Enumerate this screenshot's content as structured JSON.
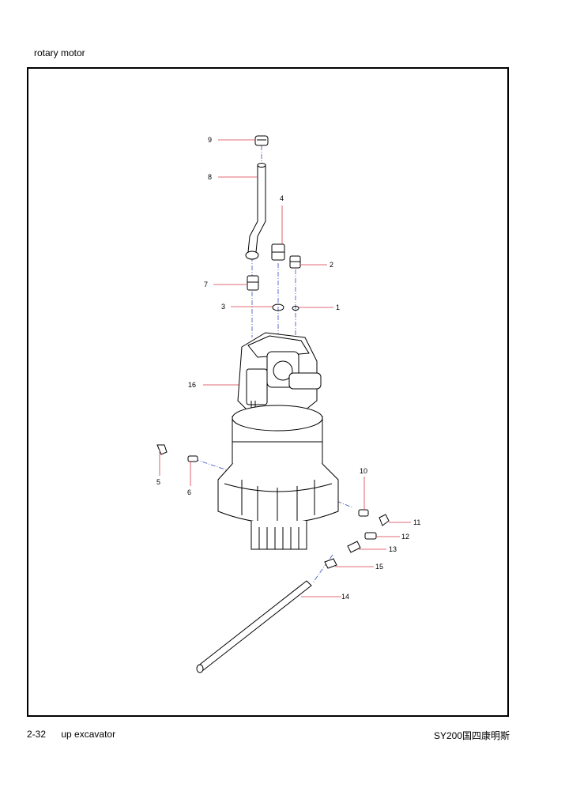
{
  "header": {
    "title": "rotary motor"
  },
  "footer": {
    "page": "2-32",
    "section": "up excavator",
    "model": "SY200国四康明斯"
  },
  "callouts": [
    "1",
    "2",
    "3",
    "4",
    "5",
    "6",
    "7",
    "8",
    "9",
    "10",
    "11",
    "12",
    "13",
    "14",
    "15",
    "16"
  ],
  "colors": {
    "leader": "#d9394a",
    "centerline": "#3b4cc0",
    "line": "#000000",
    "paper": "#ffffff"
  }
}
